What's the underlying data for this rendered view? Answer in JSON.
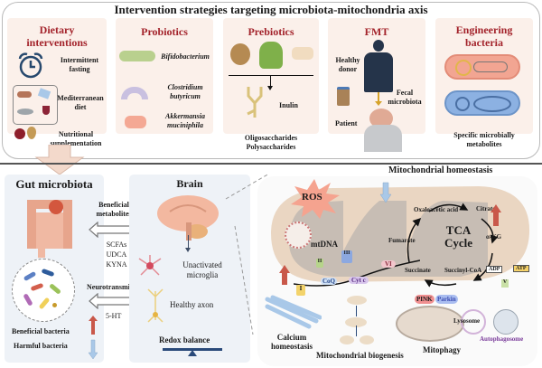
{
  "top": {
    "title": "Intervention strategies targeting microbiota-mitochondria axis",
    "cards": {
      "dietary": {
        "title_line1": "Dietary",
        "title_line2": "interventions",
        "items": [
          "Intermittent fasting",
          "Mediterranean diet",
          "Nutritional supplementation"
        ],
        "item_lines": [
          [
            "Intermittent",
            "fasting"
          ],
          [
            "Mediterranean",
            "diet"
          ],
          [
            "Nutritional",
            "supplementation"
          ]
        ]
      },
      "probiotics": {
        "title": "Probiotics",
        "items": [
          {
            "line1": "Bifidobacterium",
            "line2": ""
          },
          {
            "line1": "Clostridium",
            "line2": "butyricum"
          },
          {
            "line1": "Akkermansia",
            "line2": "muciniphila"
          }
        ]
      },
      "prebiotics": {
        "title": "Prebiotics",
        "inulin": "Inulin",
        "line1": "Oligosaccharides",
        "line2": "Polysaccharides"
      },
      "fmt": {
        "title": "FMT",
        "donor_line1": "Healthy",
        "donor_line2": "donor",
        "fecal_line1": "Fecal",
        "fecal_line2": "microbiota",
        "patient": "Patient"
      },
      "engineering": {
        "title_line1": "Engineering",
        "title_line2": "bacteria",
        "caption_line1": "Specific microbially",
        "caption_line2": "metabolites"
      }
    }
  },
  "gut": {
    "title": "Gut microbiota",
    "beneficial": "Beneficial bacteria",
    "harmful": "Harmful bacteria"
  },
  "axis": {
    "metabolites_line1": "Beneficial",
    "metabolites_line2": "metabolites",
    "metabolite_list": [
      "SCFAs",
      "UDCA",
      "KYNA"
    ],
    "neurotransmitter": "Neurotransmitter",
    "neurotransmitter_example": "5-HT"
  },
  "brain": {
    "title": "Brain",
    "microglia_line1": "Unactivated",
    "microglia_line2": "microglia",
    "axon": "Healthy axon",
    "redox": "Redox balance"
  },
  "mito": {
    "title": "Mitochondrial homeostasis",
    "ros": "ROS",
    "mtdna": "mtDNA",
    "complexes": [
      "I",
      "II",
      "III",
      "V",
      "VI"
    ],
    "coq": "CoQ",
    "cytc": "Cyt c",
    "tca_line1": "TCA",
    "tca_line2": "Cycle",
    "tca_steps": [
      "Oxaloacetic acid",
      "Citrate",
      "α-KG",
      "Succinyl-CoA",
      "Succinate",
      "Fumarate"
    ],
    "adp": "ADP",
    "atp": "ATP",
    "calcium_line1": "Calcium",
    "calcium_line2": "homeostasis",
    "biogenesis": "Mitochondrial biogenesis",
    "pink": "PINK",
    "parkin": "Parkin",
    "lysosome": "Lysosome",
    "autophagosome": "Autophagosome",
    "mitophagy": "Mitophagy"
  },
  "colors": {
    "card_title": "#a3232b",
    "card_bg": "#fbf0ea",
    "up_arrow": "#c9584a",
    "down_arrow": "#a9c8e8",
    "autophagosome": "#7a3b9a",
    "parkin": "#3b4bb0"
  }
}
